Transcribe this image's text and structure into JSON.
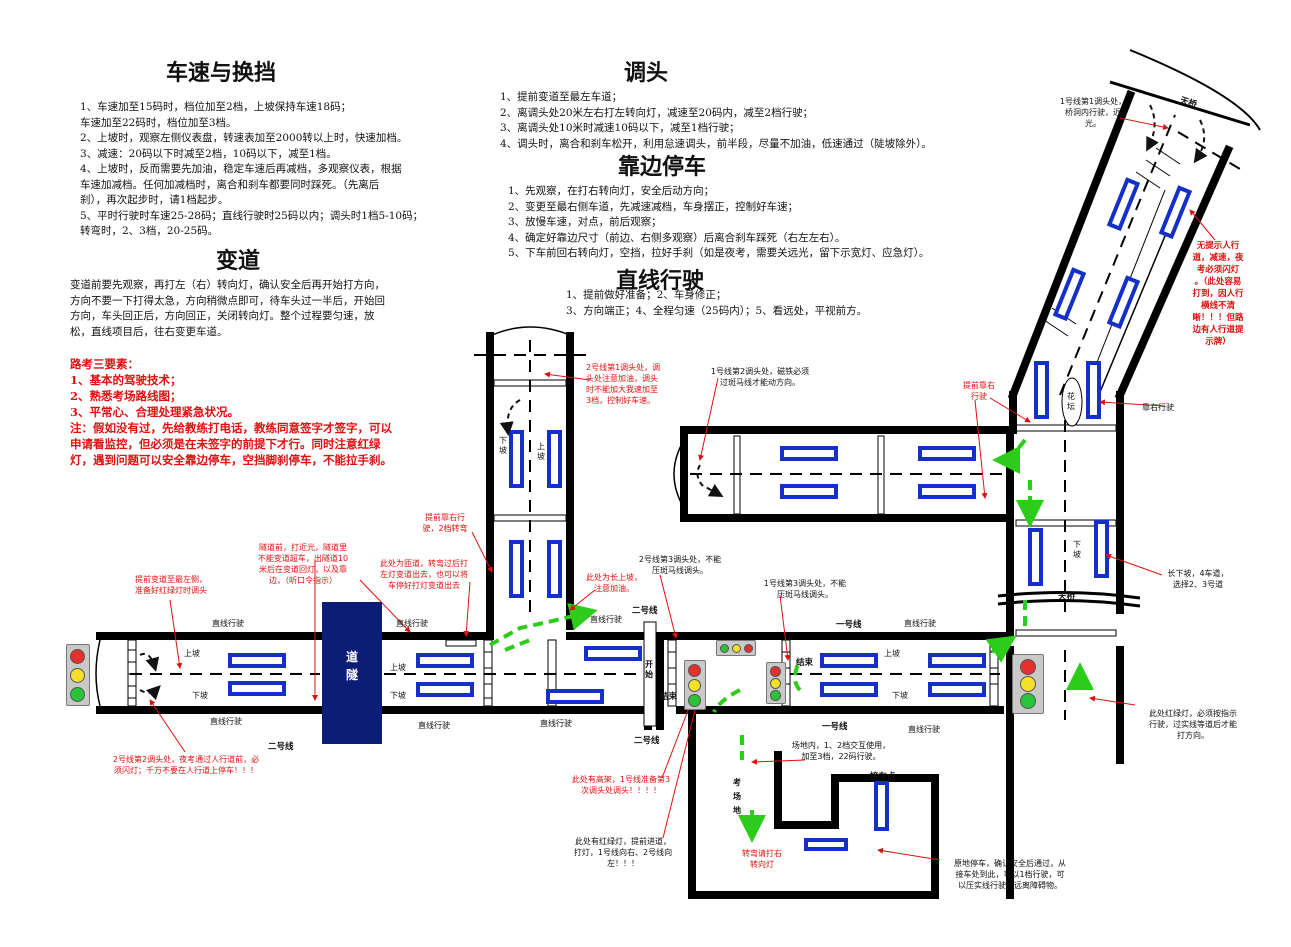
{
  "sections": {
    "speed": {
      "title": "车速与换挡",
      "lines": [
        "1、车速加至15码时，档位加至2档，上坡保持车速18码；",
        "车速加至22码时，档位加至3档。",
        "2、上坡时，观察左侧仪表盘，转速表加至2000转以上时，快速加档。",
        "3、减速：20码以下时减至2档，10码以下，减至1档。",
        "4、上坡时，反而需要先加油，稳定车速后再减档，多观察仪表，根据",
        "车速加减档。任何加减档时，离合和刹车都要同时踩死。（先离后",
        "刹），再次起步时，请1档起步。",
        "5、平时行驶时车速25-28码；直线行驶时25码以内；调头时1档5-10码；",
        "转弯时，2、3档，20-25码。"
      ]
    },
    "lane": {
      "title": "变道",
      "lines": [
        "变道前要先观察，再打左（右）转向灯，确认安全后再开始打方向，",
        "方向不要一下打得太急，方向稍微点即可，待车头过一半后，开始回",
        "方向，车头回正后，方向回正，关闭转向灯。整个过程要匀速，放",
        "松，直线项目后，往右变更车道。"
      ]
    },
    "uturn": {
      "title": "调头",
      "lines": [
        "1、提前变道至最左车道；",
        "2、离调头处20米左右打左转向灯，减速至20码内，减至2档行驶；",
        "3、离调头处10米时减速10码以下，减至1档行驶；",
        "4、调头时，离合和刹车松开，利用怠速调头，前半段，尽量不加油，低速通过（陡坡除外）。"
      ]
    },
    "park": {
      "title": "靠边停车",
      "lines": [
        "1、先观察，在打右转向灯，安全后动方向；",
        "2、变更至最右侧车道，先减速减档，车身摆正，控制好车速；",
        "3、放慢车速，对点，前后观察；",
        "4、确定好靠边尺寸（前边、右侧多观察）后离合刹车踩死（右左左右）。",
        "5、下车前回右转向灯，空挡，拉好手刹（如是夜考，需要关远光，留下示宽灯、应急灯）。"
      ]
    },
    "straight": {
      "title": "直线行驶",
      "lines": [
        "1、提前做好准备；2、车身修正；",
        "3、方向端正；4、全程匀速（25码内）；5、看远处，平视前方。"
      ]
    }
  },
  "road_test": {
    "lines": [
      "路考三要素：",
      "1、基本的驾驶技术；",
      "2、熟悉考场路线图；",
      "3、平常心、合理处理紧急状况。",
      "注：假如没有过，先给教练打电话，教练同意签字才签字，可以",
      "申请看监控，但必须是在未签字的前提下才行。同时注意红绿",
      "灯，遇到问题可以安全靠边停车，空挡脚刹停车，不能拉手刹。"
    ]
  },
  "map": {
    "tunnel": "道\n隧",
    "notes": {
      "n_bridge_top": "1号线第1调头处，\n桥洞内行驶，近\n光。",
      "n_no_ped": "无提示人行\n道，减速，夜\n考必须闪灯\n。（此处容易\n打到，因人行\n横线不清\n晰！！！但路\n边有人行道提\n示牌）",
      "n_line2_u1": "2号线第1调头处，调\n头处注意加油，调头\n时不能加大我速加至\n3档，控制好车速。",
      "n_line1_u2": "1号线第2调头处，磁铁必须\n过斑马线才能动方向。",
      "n_keep_right_top": "提前靠右\n行驶",
      "n_keep_right_mid": "提前靠右行\n驶，2档转弯",
      "n_tunnel": "隧道前，打近光，隧道里\n不能变道超车，出隧道10\n米后在变道回灯，以及靠\n边，（听口令指示）",
      "n_merge": "此处为匝道，转弯过后打\n左灯变道出去，也可以将\n车停好打灯变道出去",
      "n_uphill_gas": "此处为长上坡，\n注意加油。",
      "n_line2_u3": "2号线第3调头处，不能\n压斑马线调头。",
      "n_line1_u3": "1号线第3调头处，不能\n压斑马线调头。",
      "n_left_start": "提前变道至最左侧，\n准备好红绿灯时调头",
      "n_long_down": "长下坡，4车道，\n选择2、3号道",
      "n_red_light_right": "此处红绿灯，必须按指示\n行驶，过实线等道后才能\n打方向。",
      "n_line2_u2": "2号线第2调头处，夜考通过人行道前，必\n须闪灯；千万不要在人行道上停车！！！",
      "n_highway": "此处有高架，1号线准备第3\n次调头处调头！！！！",
      "n_red_light_bottom": "此处有红绿灯，提前进道，\n打灯，1号线向右、2号线向\n左！！！",
      "n_site": "场地内，1、2档交互使用，\n加至3档，22码行驶。",
      "n_right_turn_light": "转弯请打右\n转向灯",
      "n_start_point": "原地停车，确认安全后通过，从\n接车处到此，可以1档行驶，可\n以压实线行驶，远离障碍物。"
    },
    "labels": {
      "bridge_top": "天桥",
      "bridge_mid": "天桥",
      "huatan": "花\n坛",
      "keep_right": "靠右行驶",
      "straight_1": "直线行驶",
      "straight_2": "直线行驶",
      "straight_3": "直线行驶",
      "straight_4": "直线行驶",
      "straight_5": "直线行驶",
      "straight_6": "直线行驶",
      "straight_7": "直线行驶",
      "straight_8": "直线行驶",
      "up_1": "上坡",
      "up_2": "上坡",
      "up_3": "上坡",
      "down_1": "下坡",
      "down_2": "下坡",
      "down_3": "下坡",
      "v_down_1": "下坡",
      "v_up_1": "上坡",
      "v_down_2": "下坡",
      "line2_a": "二号线",
      "line2_b": "二号线",
      "line2_c": "二号线",
      "line1_a": "一号线",
      "line1_b": "一号线",
      "start_a": "开始",
      "end_a": "结束",
      "end_b": "结束",
      "exam_site": "接车点",
      "venue": "考\n场\n地"
    }
  }
}
